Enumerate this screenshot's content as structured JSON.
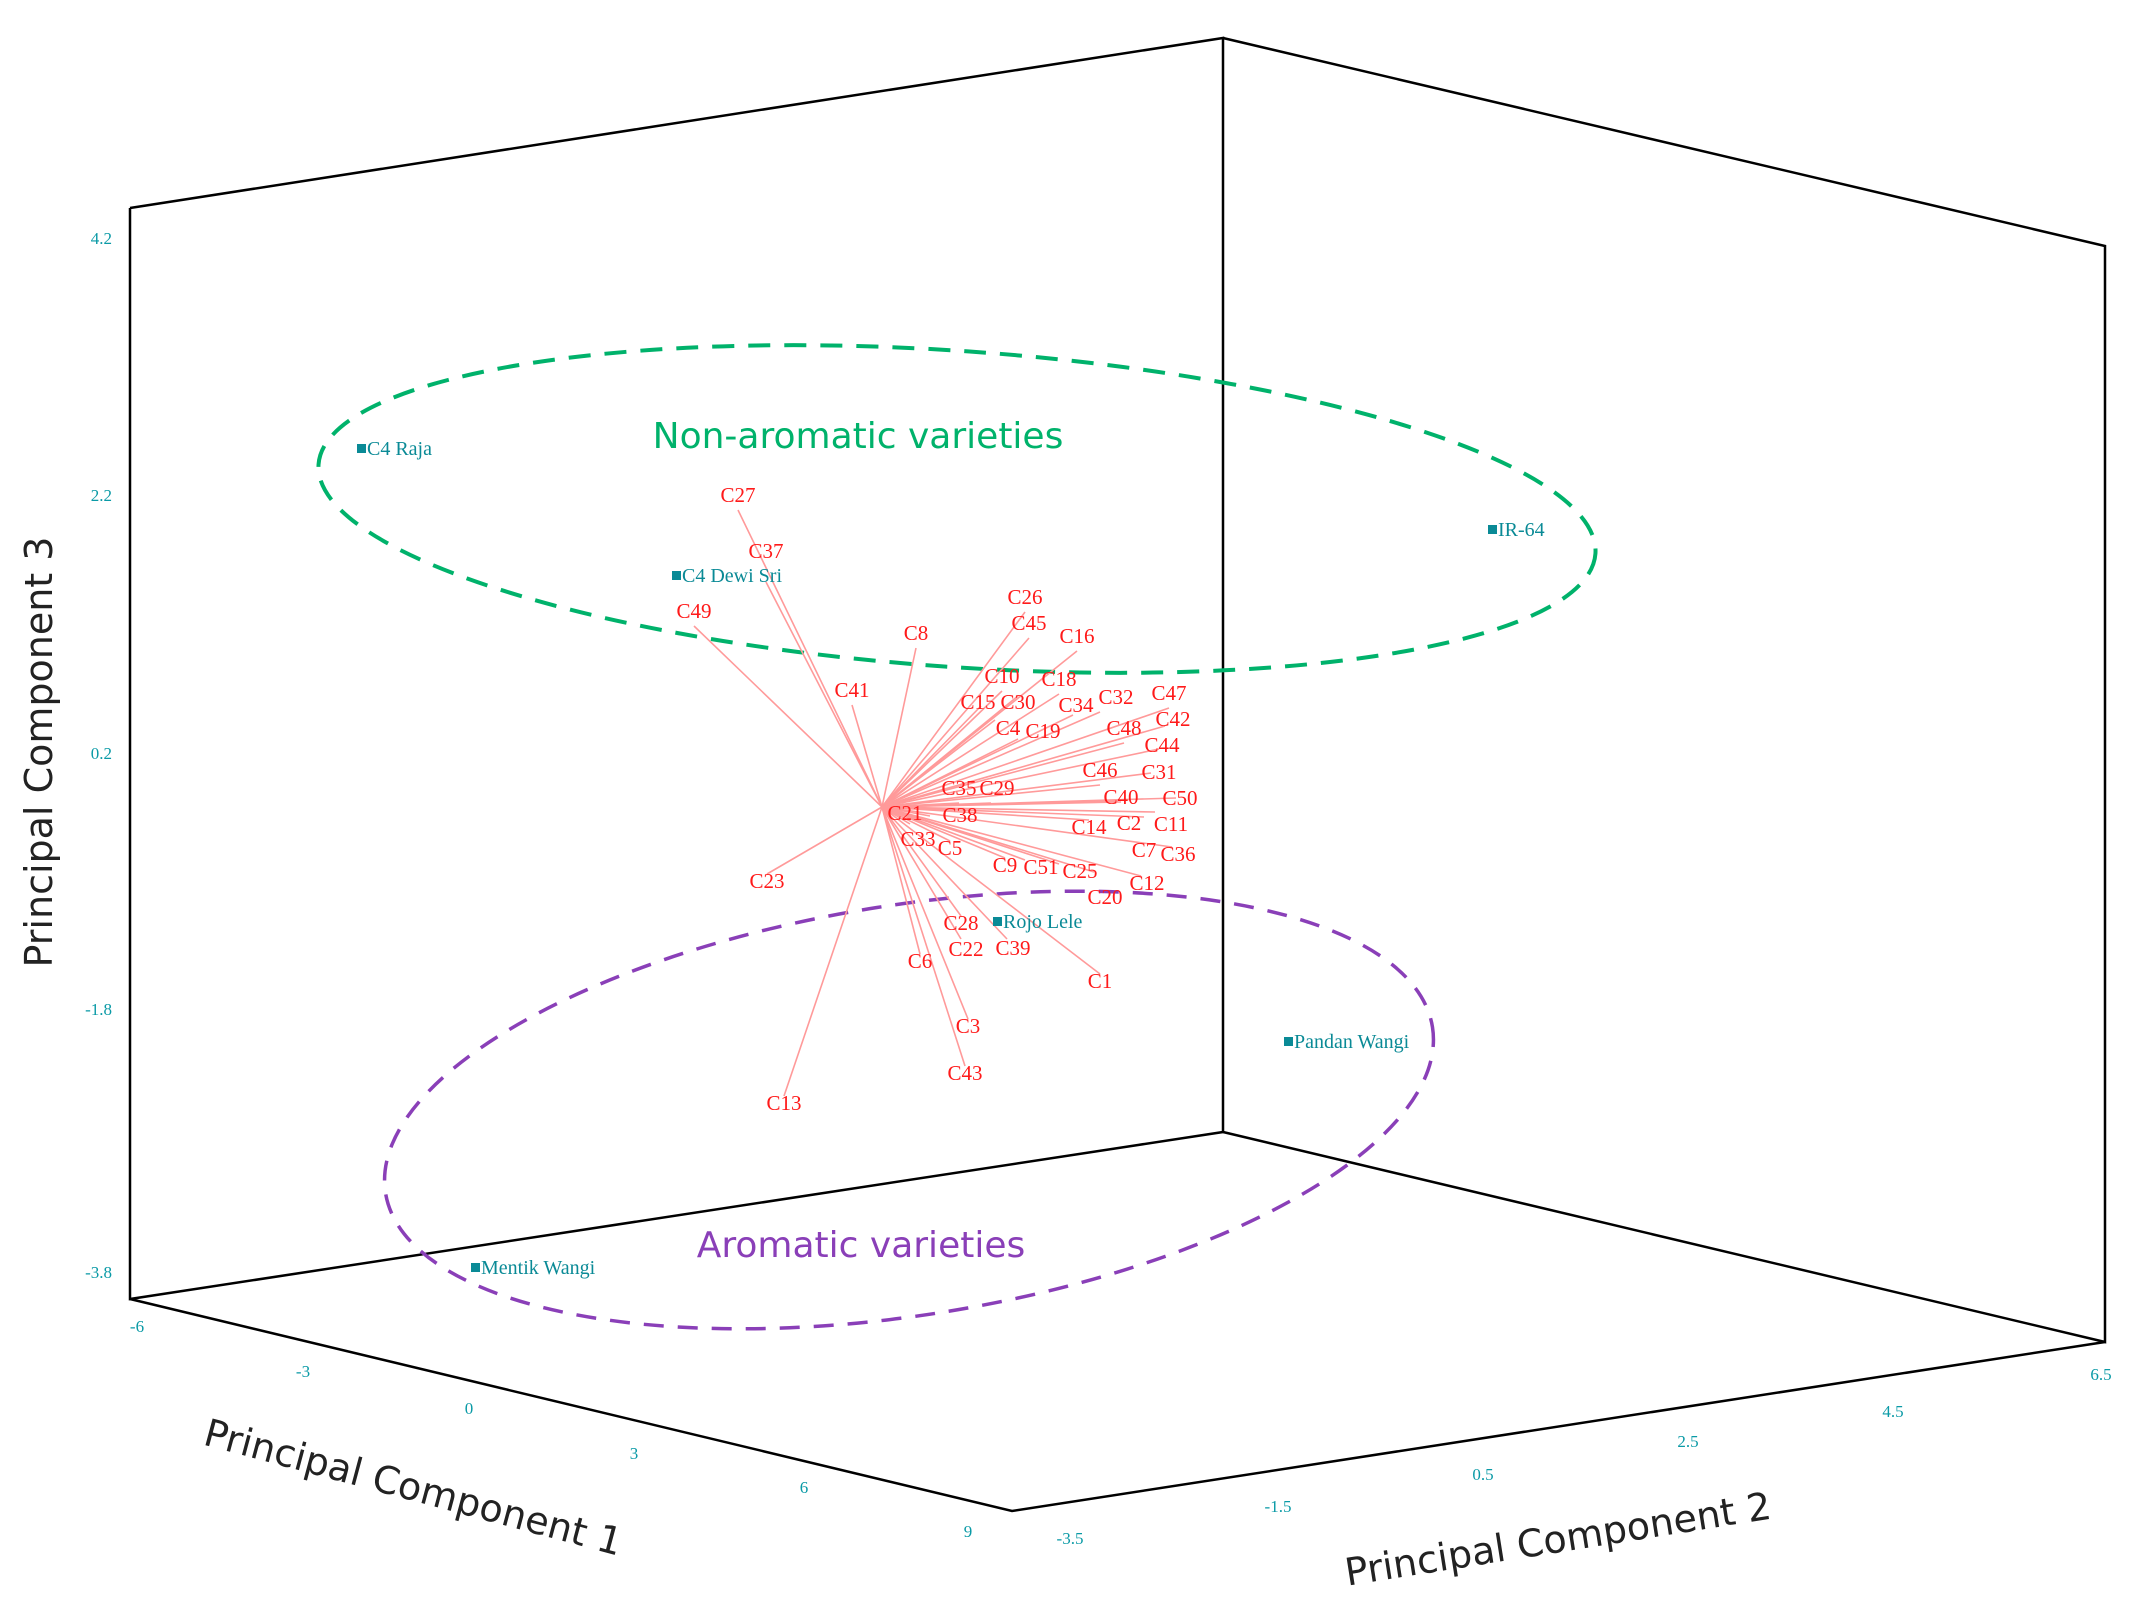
{
  "chart_data": {
    "type": "scatter",
    "subtype": "3d-biplot",
    "title": "",
    "axes": {
      "x": {
        "label": "Principal Component 1",
        "ticks": [
          "-6",
          "-3",
          "0",
          "3",
          "6",
          "9"
        ],
        "range": [
          -6,
          9
        ]
      },
      "y": {
        "label": "Principal Component 2",
        "ticks": [
          "-3.5",
          "-1.5",
          "0.5",
          "2.5",
          "4.5",
          "6.5"
        ],
        "range": [
          -3.5,
          6.5
        ]
      },
      "z": {
        "label": "Principal Component 3",
        "ticks": [
          "4.2",
          "2.2",
          "0.2",
          "-1.8",
          "-3.8"
        ],
        "range": [
          -3.8,
          4.2
        ]
      }
    },
    "grid": false,
    "variables": [
      "C27",
      "C37",
      "C49",
      "C8",
      "C41",
      "C26",
      "C45",
      "C16",
      "C10",
      "C30",
      "C15",
      "C4",
      "C18",
      "C34",
      "C32",
      "C19",
      "C47",
      "C42",
      "C48",
      "C44",
      "C31",
      "C46",
      "C40",
      "C50",
      "C11",
      "C2",
      "C7",
      "C14",
      "C36",
      "C35",
      "C29",
      "C5",
      "C9",
      "C51",
      "C25",
      "C20",
      "C12",
      "C28",
      "C22",
      "C39",
      "C6",
      "C1",
      "C3",
      "C43",
      "C13",
      "C23",
      "C21",
      "C33",
      "C38"
    ],
    "observations": [
      "C4 Raja",
      "C4 Dewi Sri",
      "IR-64",
      "Rojo Lele",
      "Pandan Wangi",
      "Mentik Wangi"
    ],
    "groups": [
      {
        "label": "Non-aromatic varieties",
        "color": "#00b26b"
      },
      {
        "label": "Aromatic varieties",
        "color": "#8a3fb8"
      }
    ],
    "colors": {
      "variables": "#ff1a1a",
      "vectors": "#ff9a9a",
      "observations": "#0a8a96",
      "ticks": "#0a9aa6"
    }
  }
}
